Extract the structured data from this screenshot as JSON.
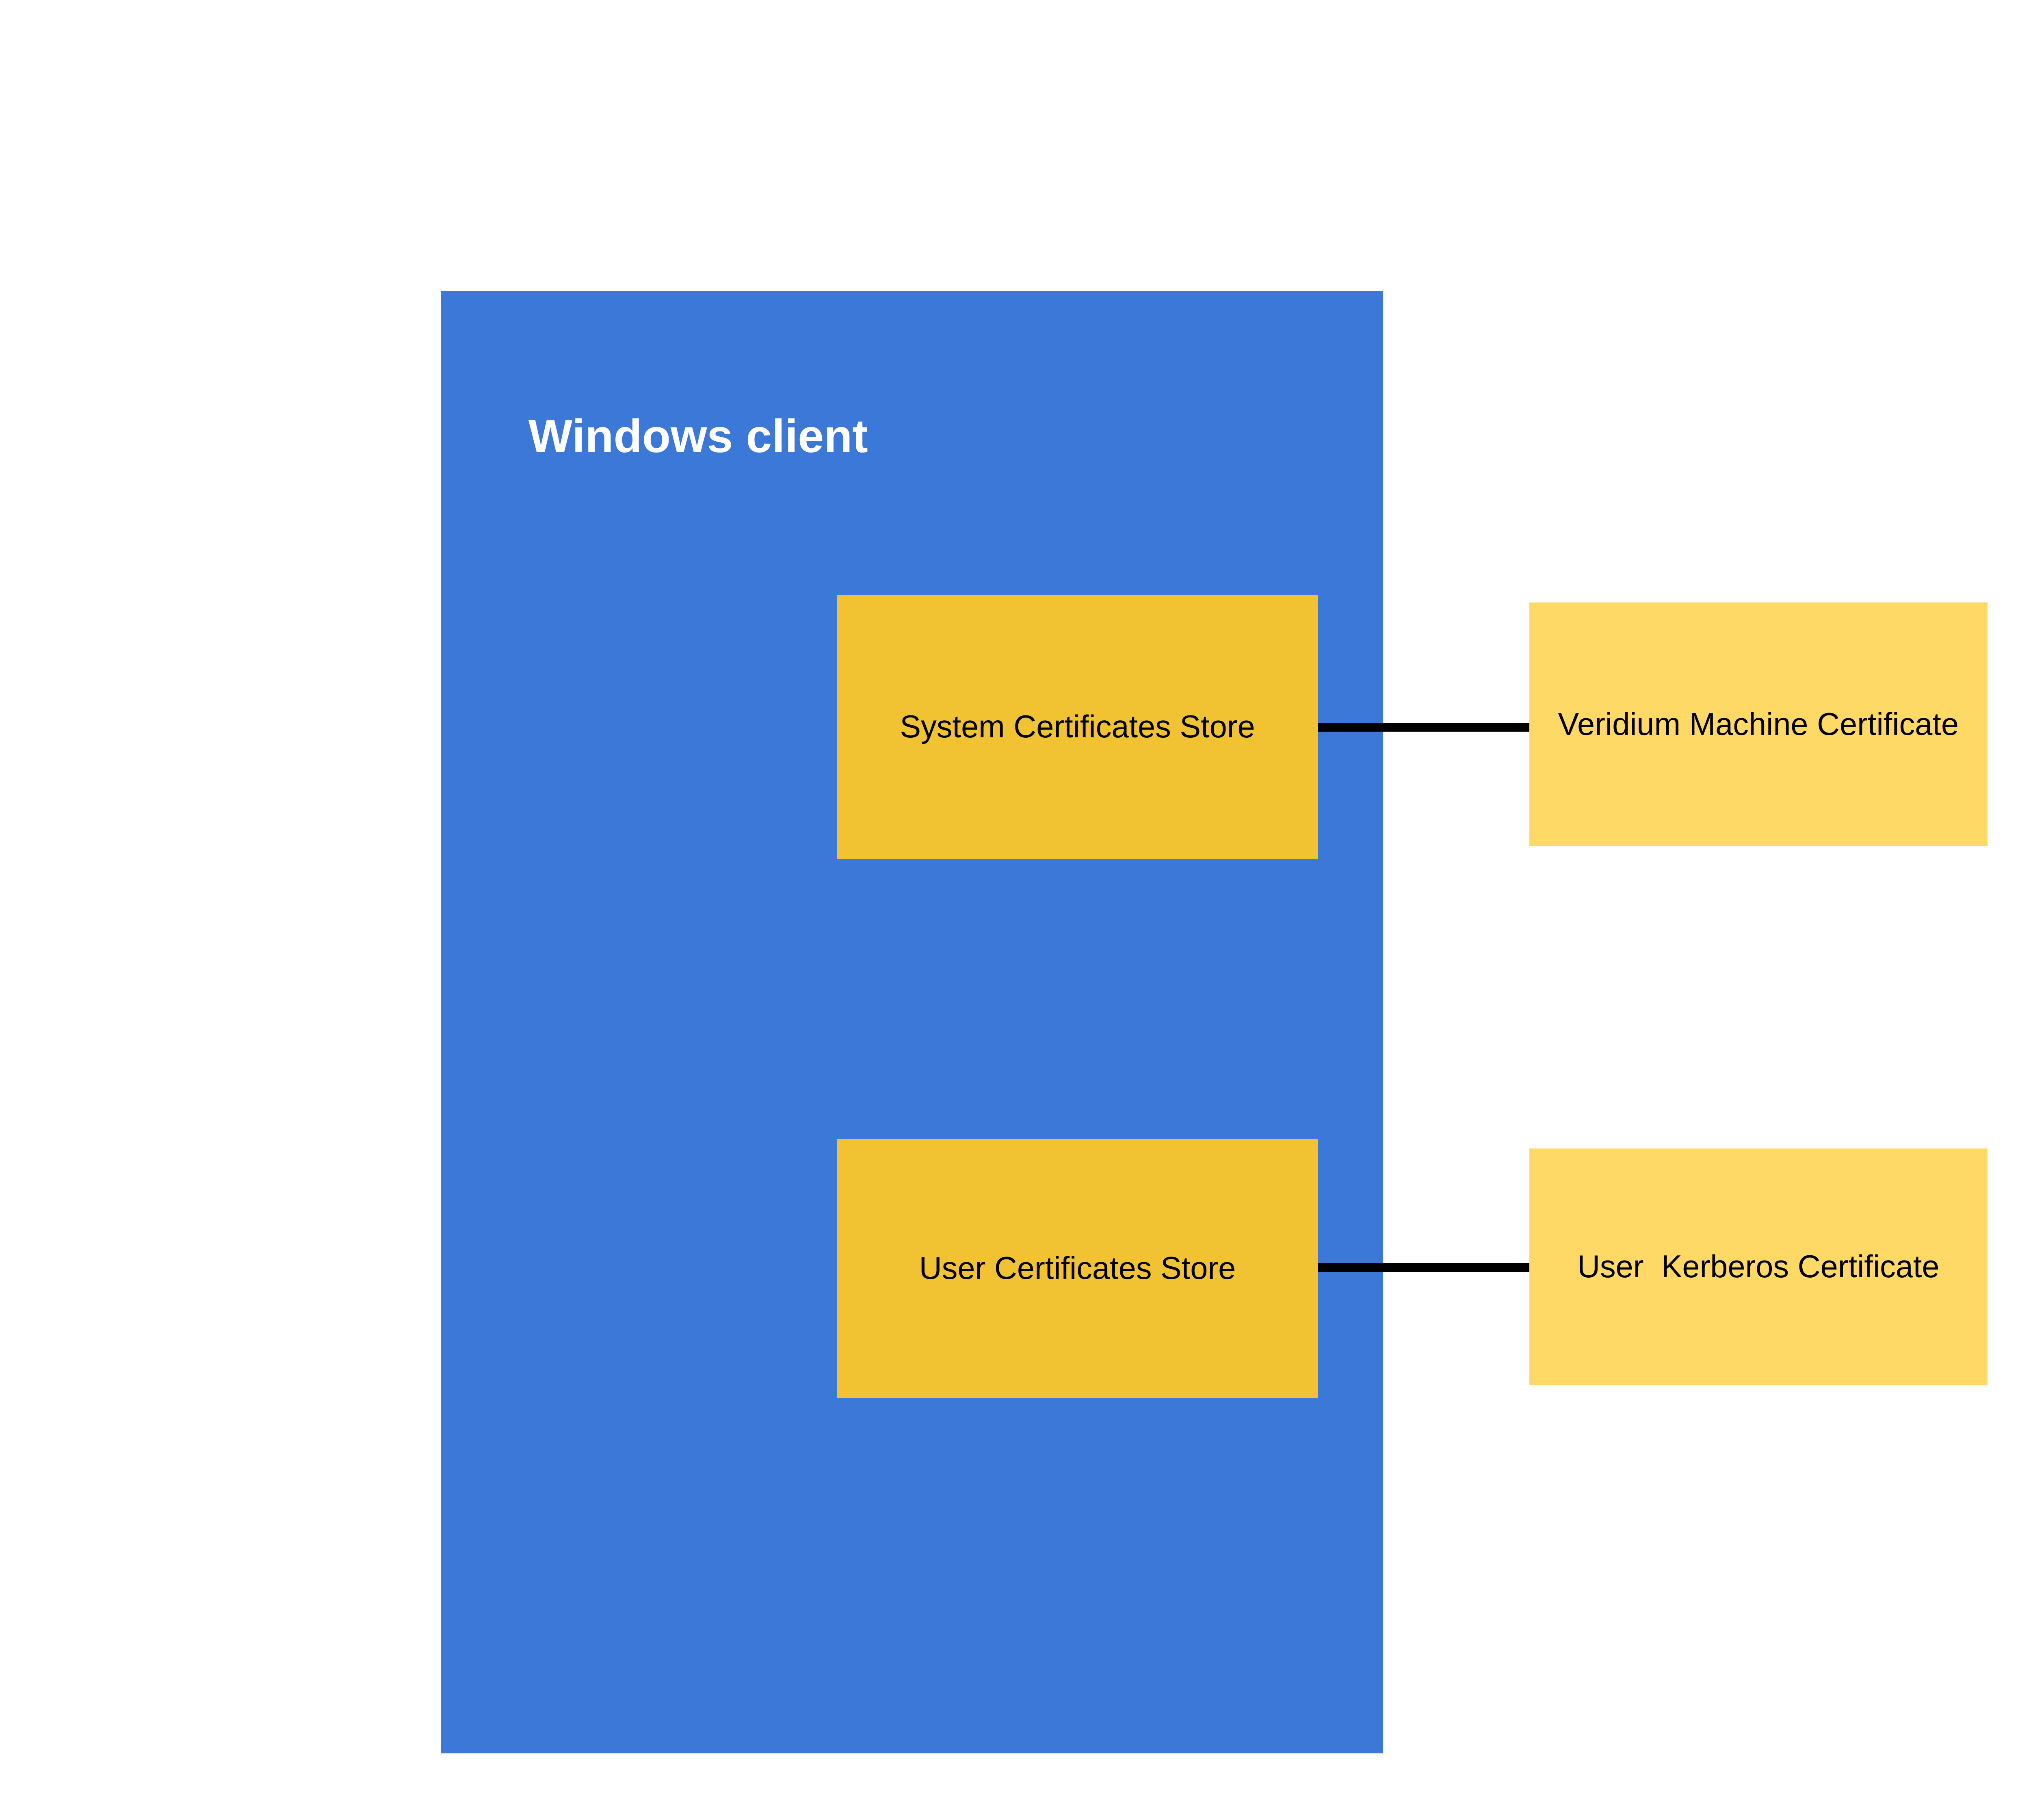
{
  "colors": {
    "page-bg": "#FFFFFF",
    "container-blue": "#3C78D8",
    "store-gold": "#F1C232",
    "certificate-yellow": "#FFD966",
    "connector-black": "#000000",
    "title-white": "#FFFFFF",
    "label-black": "#000000"
  },
  "diagram": {
    "container": {
      "title": "Windows client"
    },
    "nodes": [
      {
        "id": "system-certificates-store",
        "label": "System Certificates Store",
        "kind": "store"
      },
      {
        "id": "user-certificates-store",
        "label": "User Certificates Store",
        "kind": "store"
      },
      {
        "id": "veridium-machine-certificate",
        "label": "Veridium Machine Certificate",
        "kind": "certificate"
      },
      {
        "id": "user-kerberos-certificate",
        "label": "User  Kerberos Certificate",
        "kind": "certificate"
      }
    ],
    "connectors": [
      {
        "from": "system-certificates-store",
        "to": "veridium-machine-certificate"
      },
      {
        "from": "user-certificates-store",
        "to": "user-kerberos-certificate"
      }
    ]
  }
}
